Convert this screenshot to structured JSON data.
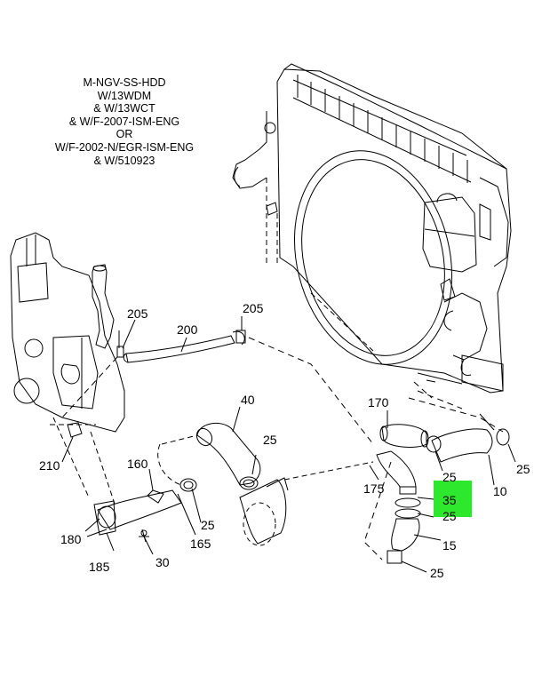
{
  "diagram": {
    "applicability_note": [
      "M-NGV-SS-HDD",
      "W/13WDM",
      "& W/13WCT",
      "& W/F-2007-ISM-ENG",
      "OR",
      "W/F-2002-N/EGR-ISM-ENG",
      "& W/510923"
    ],
    "highlight_color": "#2ee82e",
    "callouts": {
      "c205a": "205",
      "c205b": "205",
      "c200": "200",
      "c40": "40",
      "c25_upper": "25",
      "c170": "170",
      "c25_right": "25",
      "c25_mid": "25",
      "c175": "175",
      "c10": "10",
      "c35": "35",
      "c25_green": "25",
      "c15": "15",
      "c25_bottom": "25",
      "c210": "210",
      "c160": "160",
      "c25_left": "25",
      "c165": "165",
      "c180": "180",
      "c185": "185",
      "c30": "30"
    }
  }
}
